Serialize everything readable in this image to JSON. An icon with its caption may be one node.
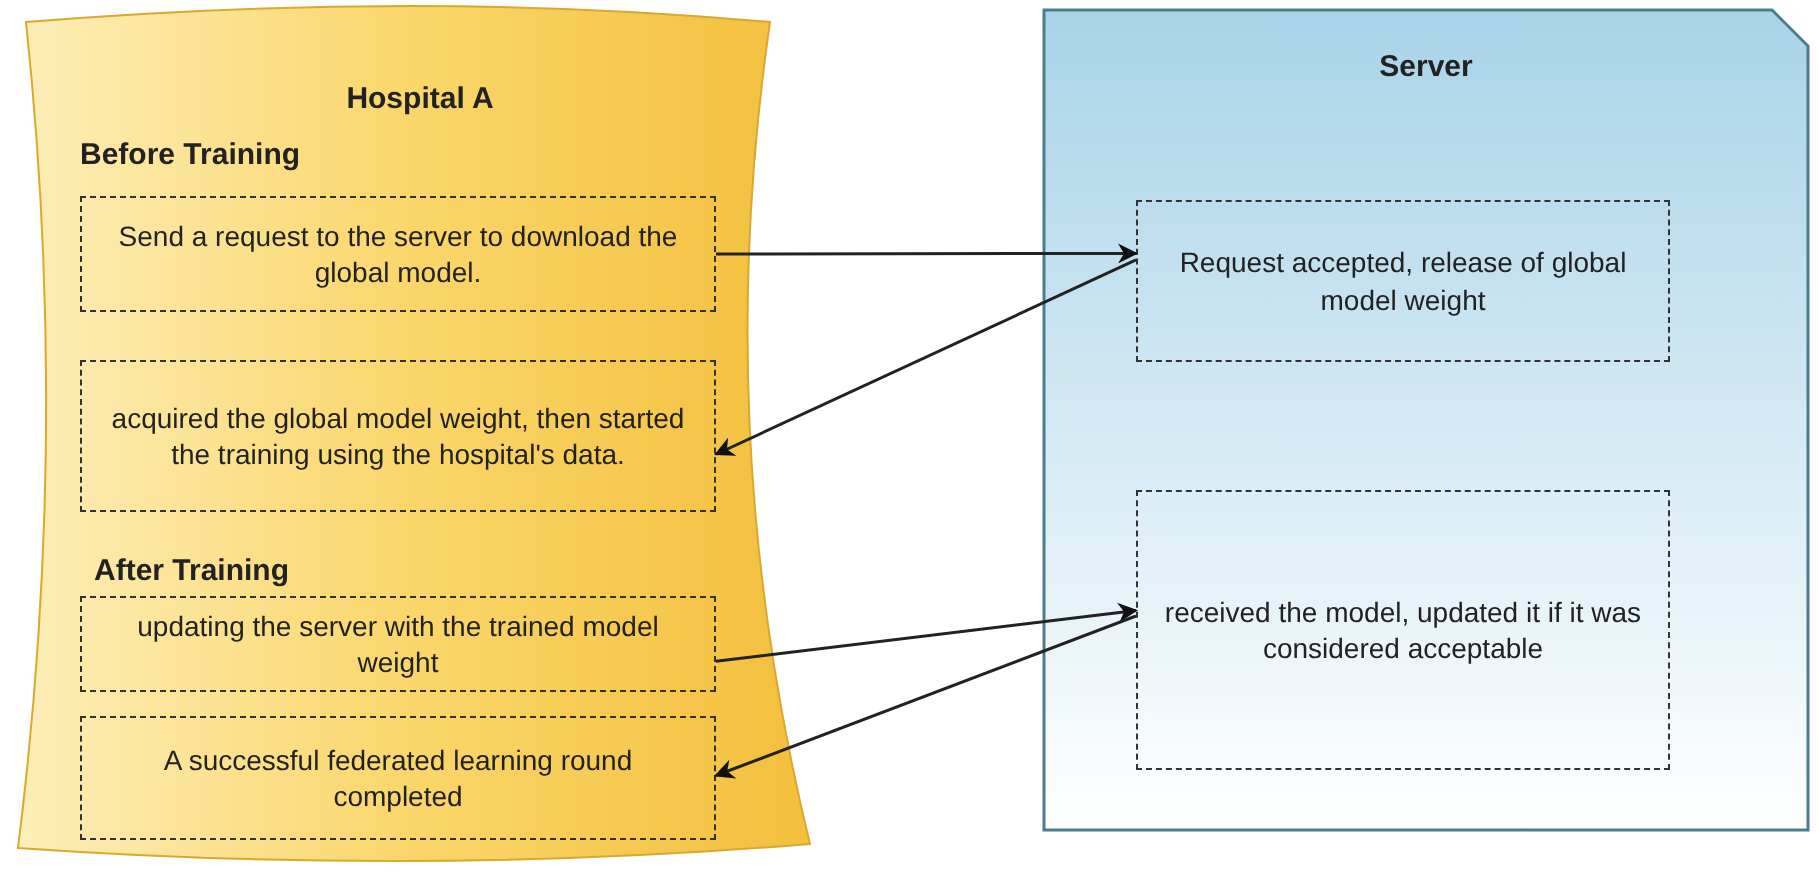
{
  "diagram": {
    "nodes": [
      {
        "text": [
          "Hospital A",
          "Before Training",
          "After Training"
        ]
      },
      {
        "text": [
          "Send a request to the server to download the global model."
        ],
        "in": 0
      },
      {
        "text": [
          "acquired the global model weight, then started the training using the hospital's data."
        ],
        "in": 0
      },
      {
        "text": [
          "updating the server with the trained model weight"
        ],
        "in": 0
      },
      {
        "text": [
          "A successful federated learning round completed"
        ],
        "in": 0
      },
      {
        "text": [
          "Server"
        ]
      },
      {
        "text": [
          "Request accepted, release of global model weight"
        ],
        "in": 5
      },
      {
        "text": [
          "received the model, updated it if it was considered acceptable"
        ],
        "in": 5
      }
    ],
    "edges": [
      {
        "from": 1,
        "to": 6,
        "arrow": "to"
      },
      {
        "from": 6,
        "to": 2,
        "arrow": "to"
      },
      {
        "from": 3,
        "to": 7,
        "arrow": "to"
      },
      {
        "from": 7,
        "to": 4,
        "arrow": "to"
      }
    ]
  }
}
